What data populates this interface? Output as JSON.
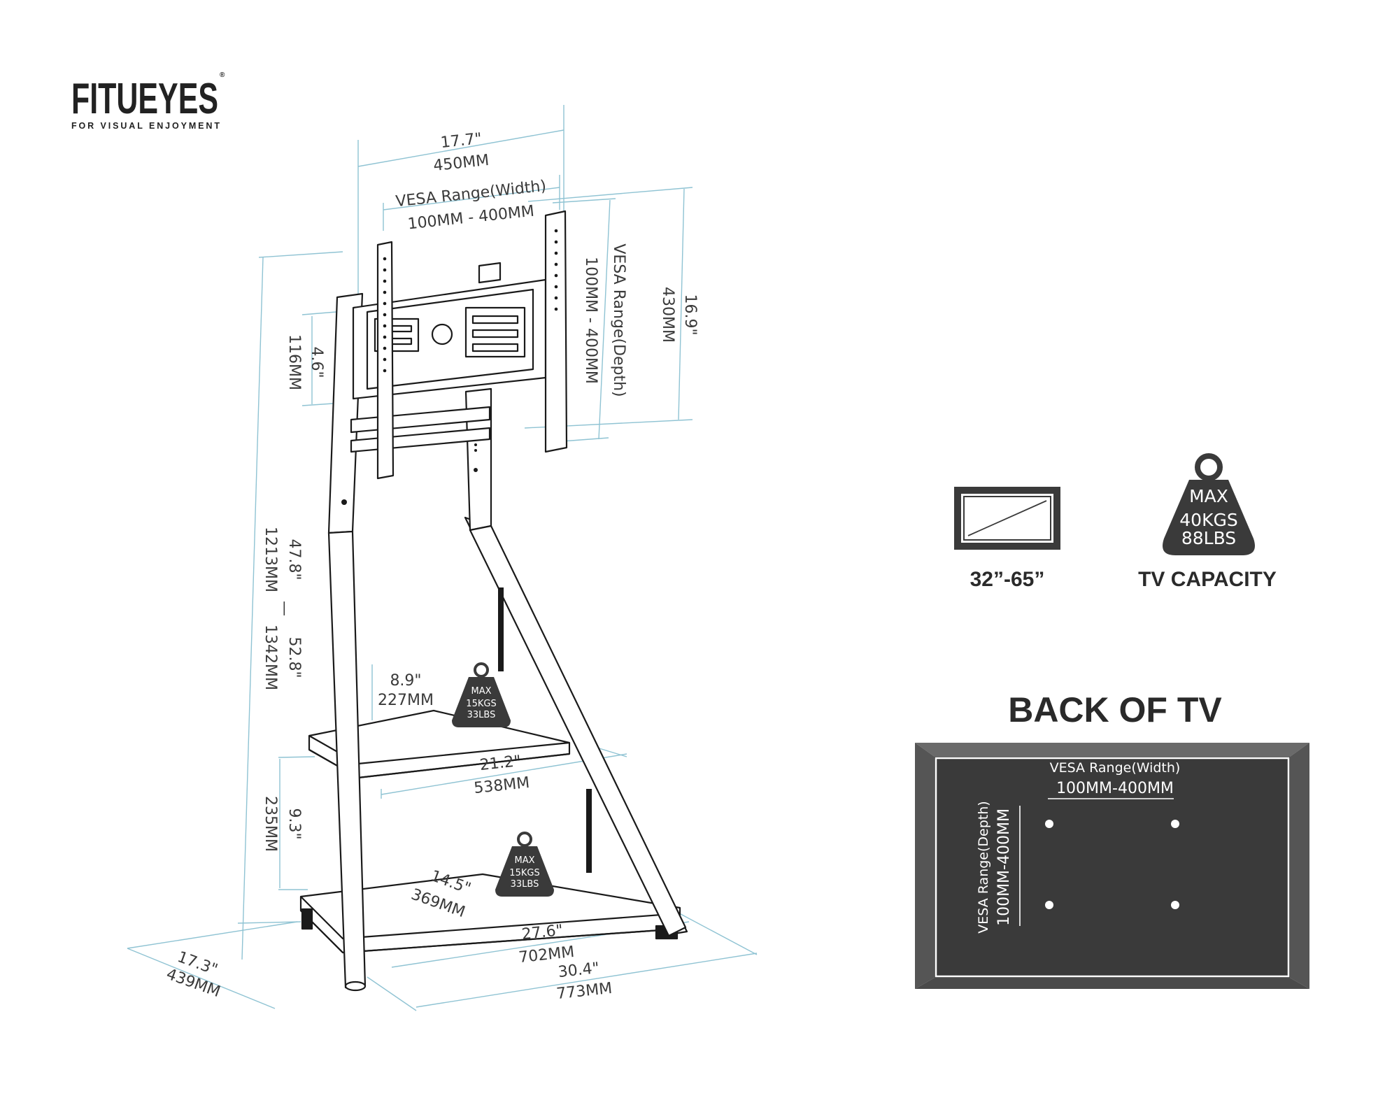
{
  "brand": {
    "name": "FITUEYES",
    "registered": "®",
    "tagline": "FOR VISUAL ENJOYMENT"
  },
  "dimensions": {
    "bracket_width_in": "17.7\"",
    "bracket_width_mm": "450MM",
    "vesa_width_label": "VESA Range(Width)",
    "vesa_width_range": "100MM - 400MM",
    "vesa_depth_label": "VESA Range(Depth)",
    "vesa_depth_range": "100MM - 400MM",
    "bracket_height_in": "16.9\"",
    "bracket_height_mm": "430MM",
    "adjust_in": "4.6\"",
    "adjust_mm": "116MM",
    "height_in_min": "47.8\"",
    "height_dash": "—",
    "height_in_max": "52.8\"",
    "height_mm_min": "1213MM",
    "height_mm_max": "1342MM",
    "shelf_gap_in": "8.9\"",
    "shelf_gap_mm": "227MM",
    "shelf_width_in": "21.2\"",
    "shelf_width_mm": "538MM",
    "lower_gap_in": "9.3\"",
    "lower_gap_mm": "235MM",
    "base_depth_in": "14.5\"",
    "base_depth_mm": "369MM",
    "base_width_in": "27.6\"",
    "base_width_mm": "702MM",
    "total_width_in": "30.4\"",
    "total_width_mm": "773MM",
    "total_depth_in": "17.3\"",
    "total_depth_mm": "439MM"
  },
  "shelf_weights": [
    {
      "max": "MAX",
      "kgs": "15KGS",
      "lbs": "33LBS"
    },
    {
      "max": "MAX",
      "kgs": "15KGS",
      "lbs": "33LBS"
    }
  ],
  "specs": {
    "screen_size": "32”-65”",
    "capacity_max": "MAX",
    "capacity_kgs": "40KGS",
    "capacity_lbs": "88LBS",
    "capacity_label": "TV CAPACITY"
  },
  "back_of_tv": {
    "title": "BACK OF TV",
    "vesa_width_label": "VESA Range(Width)",
    "vesa_width_range": "100MM-400MM",
    "vesa_depth_label": "VESA Range(Depth)",
    "vesa_depth_range": "100MM-400MM"
  },
  "colors": {
    "dimension_line": "#8fc3d3",
    "dark": "#3a3a3a",
    "line": "#1a1a1a"
  }
}
